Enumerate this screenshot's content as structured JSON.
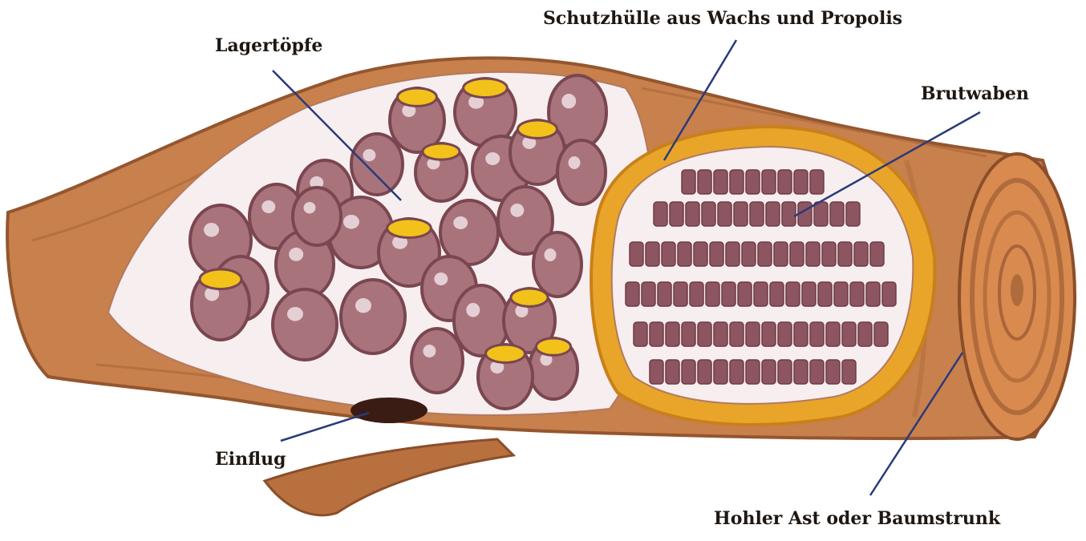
{
  "labels": {
    "storage_pots": "Lagertöpfe",
    "protective_shell": "Schutzhülle aus Wachs und Propolis",
    "brood_combs": "Brutwaben",
    "entrance": "Einflug",
    "hollow_branch": "Hohler Ast oder Baumstrunk"
  },
  "colors": {
    "wood": "#c8804c",
    "wood_dark": "#9a5a33",
    "wood_end": "#d98a4e",
    "cavity": "#f7eef0",
    "pot": "#a9737c",
    "pot_dark": "#7a4650",
    "honey": "#f2c21a",
    "shell": "#e8a52a",
    "comb": "#8c5560",
    "pointer": "#2a3a7a",
    "entrance_hole": "#3a1c14"
  }
}
